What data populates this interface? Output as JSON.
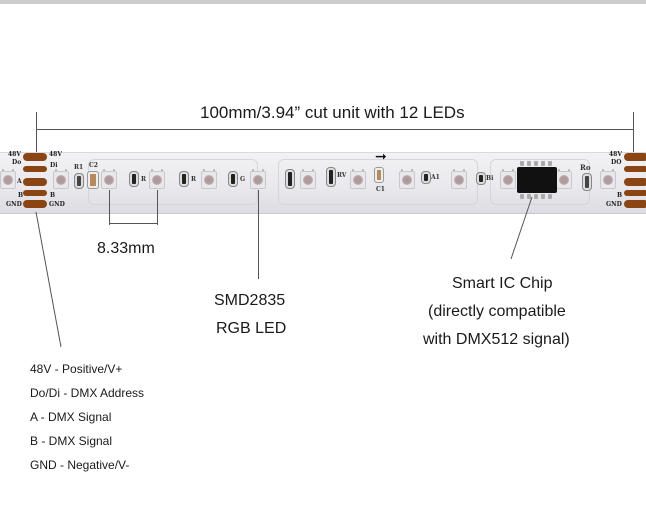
{
  "diagram": {
    "title": "100mm/3.94” cut unit with 12 LEDs",
    "pitch_label": "8.33mm",
    "led_callout": [
      "SMD2835",
      "RGB LED"
    ],
    "chip_callout": [
      "Smart IC Chip",
      "(directly compatible",
      "with DMX512 signal)"
    ],
    "pin_legend": [
      "48V - Positive/V+",
      "Do/Di - DMX Address",
      "A - DMX Signal",
      "B - DMX Signal",
      "GND - Negative/V-"
    ],
    "strip": {
      "left_pad_labels": [
        "48V",
        "Do",
        "A",
        "B",
        "GND"
      ],
      "left_pad_labels_right": [
        "48V",
        "Di",
        "",
        "B",
        "GND"
      ],
      "right_pad_labels": [
        "48V",
        "DO",
        "",
        "B",
        "GND"
      ],
      "component_labels": [
        "R1",
        "C2",
        "R",
        "R",
        "G",
        "RV",
        "C1",
        "A1",
        "Bi",
        "Ro"
      ],
      "direction_arrow": "➞"
    },
    "colors": {
      "pad": "#8b4513",
      "strip": "#ececf0",
      "line": "#555555",
      "text": "#1a1a1a"
    }
  }
}
